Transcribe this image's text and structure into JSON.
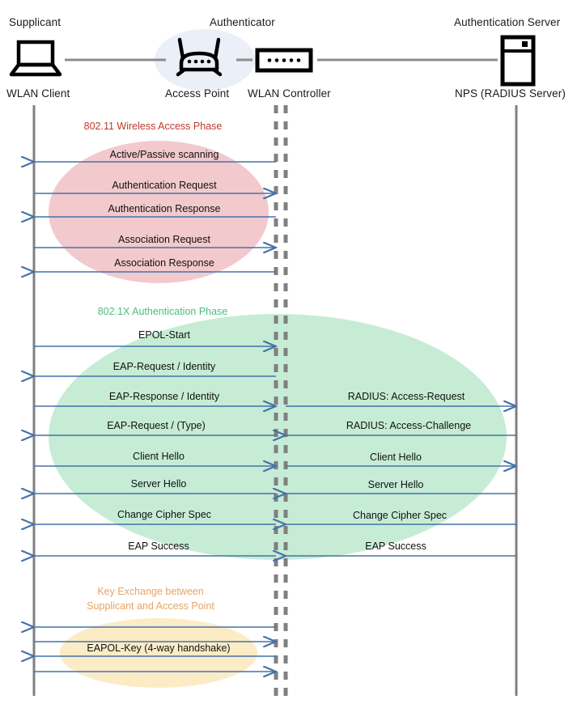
{
  "diagram": {
    "title": "802.1X WLAN Authentication Sequence Diagram",
    "colors": {
      "lifeline": "#808080",
      "arrow": "#4472a8",
      "phase_wireless": "#c0392b",
      "phase_dot1x": "#4cbb7f",
      "phase_key": "#e8a465",
      "ellipse_pink": "#f2c9cc",
      "ellipse_green": "#c6ecd5",
      "ellipse_yellow": "#fcecc6",
      "authenticator_halo": "#eaeff8",
      "icon": "#000000",
      "link": "#8c8c8c"
    }
  },
  "actors": [
    {
      "role": "Supplicant",
      "device": "WLAN Client",
      "icon": "laptop-icon"
    },
    {
      "role": "Authenticator",
      "device": "Access Point",
      "icon": "access-point-icon"
    },
    {
      "role": "",
      "device": "WLAN Controller",
      "icon": "wlan-controller-icon"
    },
    {
      "role": "Authentication Server",
      "device": "NPS (RADIUS Server)",
      "icon": "server-rack-icon"
    }
  ],
  "phases": [
    {
      "id": "wireless-access",
      "label": "802.11 Wireless Access Phase",
      "color": "#c0392b",
      "messages": [
        {
          "label": "Active/Passive scanning",
          "side": "left",
          "direction": "left"
        },
        {
          "label": "Authentication Request",
          "side": "left",
          "direction": "right"
        },
        {
          "label": "Authentication Response",
          "side": "left",
          "direction": "left"
        },
        {
          "label": "Association Request",
          "side": "left",
          "direction": "right"
        },
        {
          "label": "Association Response",
          "side": "left",
          "direction": "left"
        }
      ]
    },
    {
      "id": "dot1x-authentication",
      "label": "802.1X Authentication Phase",
      "color": "#4cbb7f",
      "messages": [
        {
          "label": "EPOL-Start",
          "side": "left",
          "direction": "right"
        },
        {
          "label": "EAP-Request / Identity",
          "side": "left",
          "direction": "left"
        },
        {
          "label": "EAP-Response / Identity",
          "side": "left",
          "direction": "right"
        },
        {
          "label": "RADIUS: Access-Request",
          "side": "right",
          "direction": "right"
        },
        {
          "label": "EAP-Request / (Type)",
          "side": "left",
          "direction": "left"
        },
        {
          "label": "RADIUS: Access-Challenge",
          "side": "right",
          "direction": "left"
        },
        {
          "label": "Client Hello",
          "side": "left",
          "direction": "right"
        },
        {
          "label": "Client Hello",
          "side": "right",
          "direction": "right"
        },
        {
          "label": "Server Hello",
          "side": "left",
          "direction": "left"
        },
        {
          "label": "Server Hello",
          "side": "right",
          "direction": "left"
        },
        {
          "label": "Change Cipher Spec",
          "side": "left",
          "direction": "left"
        },
        {
          "label": "Change Cipher Spec",
          "side": "right",
          "direction": "left"
        },
        {
          "label": "EAP Success",
          "side": "left",
          "direction": "left"
        },
        {
          "label": "EAP Success",
          "side": "right",
          "direction": "left"
        }
      ]
    },
    {
      "id": "key-exchange",
      "label": "Key Exchange between\nSupplicant and Access Point",
      "label_line1": "Key Exchange between",
      "label_line2": "Supplicant and Access Point",
      "color": "#e8a465",
      "messages": [
        {
          "label": "",
          "side": "left",
          "direction": "left"
        },
        {
          "label": "",
          "side": "left",
          "direction": "right"
        },
        {
          "label": "EAPOL-Key (4-way handshake)",
          "side": "left",
          "direction": "left"
        },
        {
          "label": "",
          "side": "left",
          "direction": "right"
        }
      ]
    }
  ],
  "labels": {
    "phase_wireless": "802.11 Wireless Access Phase",
    "phase_dot1x": "802.1X Authentication Phase",
    "phase_key_line1": "Key Exchange between",
    "phase_key_line2": "Supplicant and Access Point",
    "m_scan": "Active/Passive scanning",
    "m_auth_req": "Authentication Request",
    "m_auth_resp": "Authentication Response",
    "m_assoc_req": "Association Request",
    "m_assoc_resp": "Association Response",
    "m_eapol_start": "EPOL-Start",
    "m_eap_req_id": "EAP-Request / Identity",
    "m_eap_resp_id": "EAP-Response / Identity",
    "m_radius_access_request": "RADIUS: Access-Request",
    "m_eap_req_type": "EAP-Request / (Type)",
    "m_radius_access_challenge": "RADIUS: Access-Challenge",
    "m_client_hello_l": "Client Hello",
    "m_client_hello_r": "Client Hello",
    "m_server_hello_l": "Server Hello",
    "m_server_hello_r": "Server Hello",
    "m_ccs_l": "Change Cipher Spec",
    "m_ccs_r": "Change Cipher Spec",
    "m_eap_success_l": "EAP Success",
    "m_eap_success_r": "EAP Success",
    "m_eapol_key": "EAPOL-Key (4-way handshake)",
    "actor1_role": "Supplicant",
    "actor1_device": "WLAN Client",
    "actor2_role": "Authenticator",
    "actor2_device": "Access Point",
    "actor3_device": "WLAN Controller",
    "actor4_role": "Authentication Server",
    "actor4_device": "NPS (RADIUS Server)"
  }
}
